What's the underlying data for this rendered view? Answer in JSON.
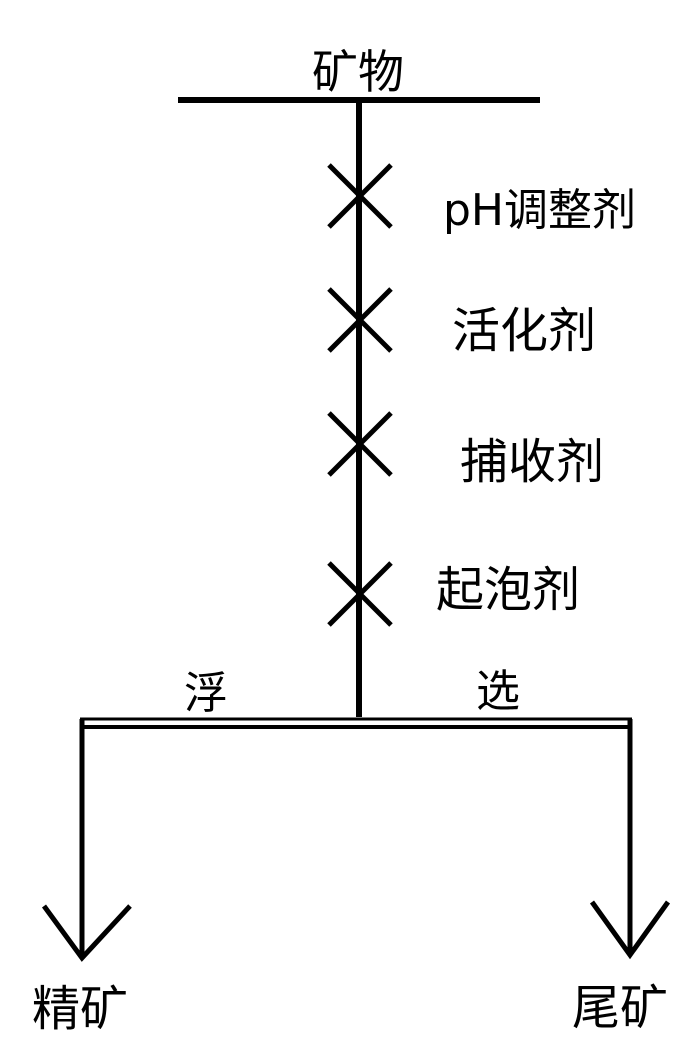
{
  "diagram": {
    "input": "矿物",
    "reagents": [
      "pH调整剂",
      "活化剂",
      "捕收剂",
      "起泡剂"
    ],
    "process_left": "浮",
    "process_right": "选",
    "output_left": "精矿",
    "output_right": "尾矿"
  }
}
